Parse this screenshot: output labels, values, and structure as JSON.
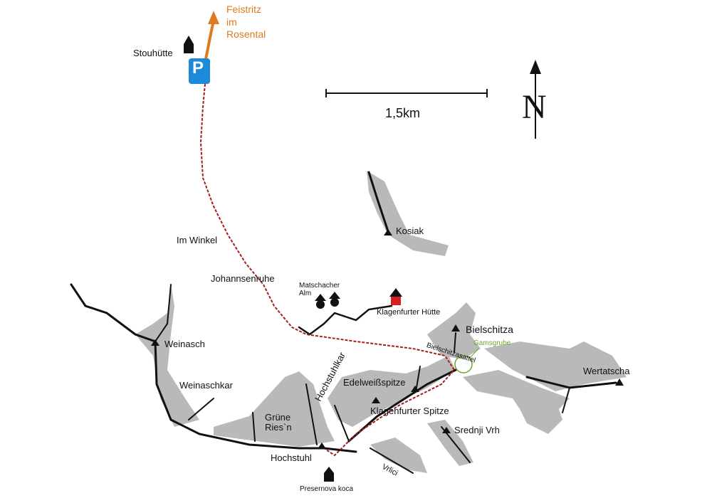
{
  "colors": {
    "terrain": "#b9b9b9",
    "route": "#a3201d",
    "access": "#e07a1f",
    "parking": "#1b8ad8",
    "hut_red": "#d42020",
    "gamsgrube": "#6aa82c"
  },
  "scale": {
    "label": "1,5km"
  },
  "north": {
    "label": "N"
  },
  "parking": {
    "label": "P"
  },
  "labels": {
    "feistritz": [
      "Feistritz",
      "im",
      "Rosental"
    ],
    "stouhuette": "Stouhütte",
    "im_winkel": "Im Winkel",
    "johannsenruhe": "Johannsenruhe",
    "matschacher_alm": [
      "Matschacher",
      "Alm"
    ],
    "klagenfurter_huette": "Klagenfurter Hütte",
    "kosiak": "Kosiak",
    "bielschitza": "Bielschitza",
    "gamsgrube": "Gamsgrube",
    "bielschitzasattel": "Bielschitzasattel",
    "weinasch": "Weinasch",
    "weinaschkar": "Weinaschkar",
    "hochstuhlkar": "Hochstuhlkar",
    "edelweissspitze": "Edelweißspitze",
    "wertatscha": "Wertatscha",
    "gruene_riesn": [
      "Grüne",
      "Ries`n"
    ],
    "klagenfurter_spitze": "Klagenfurter Spitze",
    "srednji_vrh": "Srednji Vrh",
    "hochstuhl": "Hochstuhl",
    "vrlici": "Vrlici",
    "presernova_koca": "Presernova koca"
  }
}
